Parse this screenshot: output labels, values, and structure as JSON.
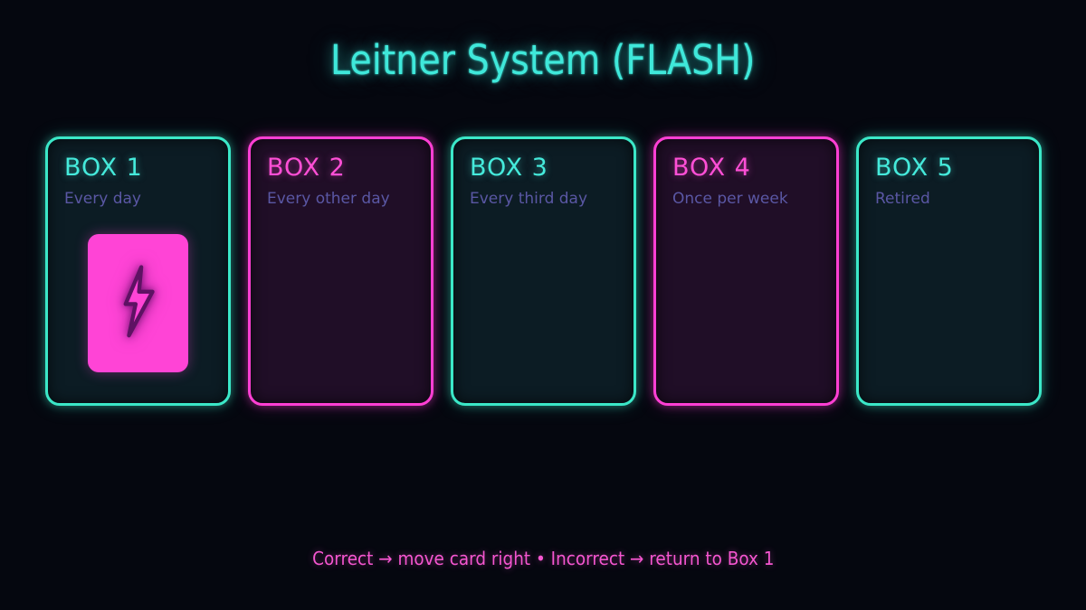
{
  "title": {
    "text": "Leitner System (FLASH)",
    "color": "#3fe8da"
  },
  "boxes": [
    {
      "label": "BOX 1",
      "schedule": "Every day",
      "theme": "cyan",
      "has_card": true,
      "border_color": "#3be8c8"
    },
    {
      "label": "BOX 2",
      "schedule": "Every other day",
      "theme": "magenta",
      "has_card": false,
      "border_color": "#ff3fd4"
    },
    {
      "label": "BOX 3",
      "schedule": "Every third day",
      "theme": "cyan",
      "has_card": false,
      "border_color": "#3be8c8"
    },
    {
      "label": "BOX 4",
      "schedule": "Once per week",
      "theme": "magenta",
      "has_card": false,
      "border_color": "#ff3fd4"
    },
    {
      "label": "BOX 5",
      "schedule": "Retired",
      "theme": "cyan",
      "has_card": false,
      "border_color": "#3be8c8"
    }
  ],
  "flashcard": {
    "icon": "lightning-bolt-icon",
    "color": "#ff44d6",
    "bolt_outline_color": "#5e1263"
  },
  "footer": {
    "text": "Correct → move card right • Incorrect → return to Box 1",
    "color": "#f556d0"
  },
  "colors": {
    "background": "#05070f",
    "cyan_accent": "#3be8c8",
    "magenta_accent": "#ff3fd4",
    "schedule_text": "#5a57a4"
  }
}
